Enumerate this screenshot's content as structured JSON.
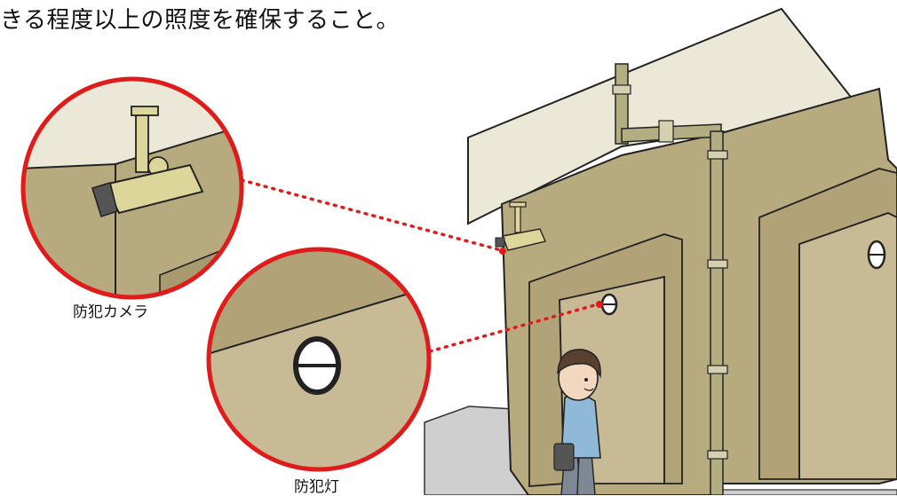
{
  "heading": "きる程度以上の照度を確保すること。",
  "labels": {
    "camera": "防犯カメラ",
    "light": "防犯灯"
  },
  "colors": {
    "wall": "#b8aa7f",
    "wall_light": "#c7ba94",
    "ceiling": "#ece8d8",
    "pipe": "#b3ad82",
    "ground": "#cfcfcf",
    "callout": "#e01b1b",
    "camera": "#dcd69a",
    "person_shirt": "#8fb9d6"
  }
}
